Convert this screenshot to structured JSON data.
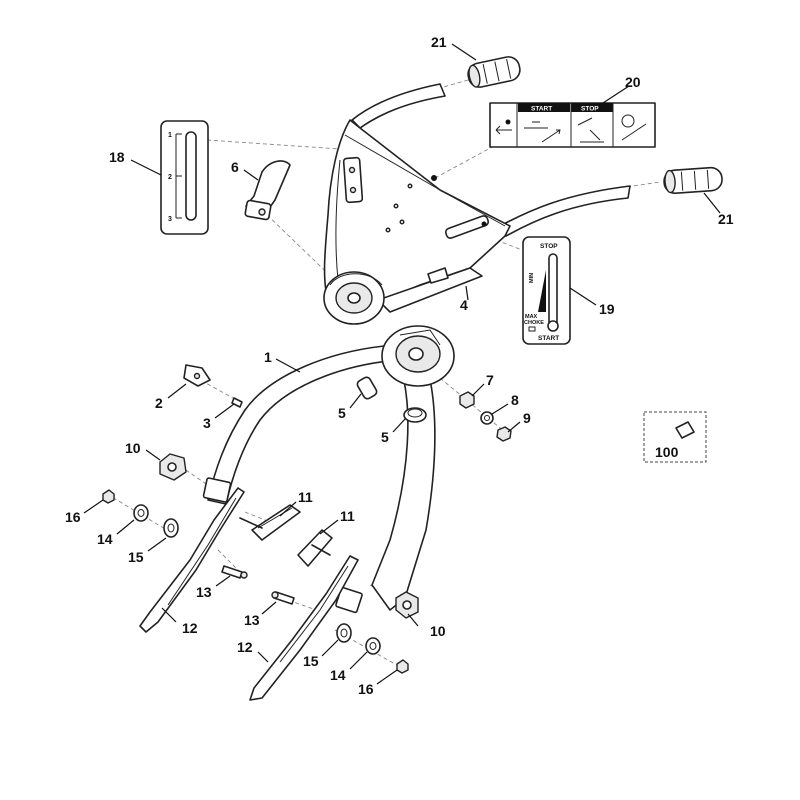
{
  "callouts": {
    "c1": "1",
    "c2": "2",
    "c3": "3",
    "c4": "4",
    "c5a": "5",
    "c5b": "5",
    "c6": "6",
    "c7": "7",
    "c8": "8",
    "c9": "9",
    "c10a": "10",
    "c10b": "10",
    "c11a": "11",
    "c11b": "11",
    "c12a": "12",
    "c12b": "12",
    "c13a": "13",
    "c13b": "13",
    "c14a": "14",
    "c14b": "14",
    "c15a": "15",
    "c15b": "15",
    "c16a": "16",
    "c16b": "16",
    "c18": "18",
    "c19": "19",
    "c20": "20",
    "c21a": "21",
    "c21b": "21",
    "c100": "100"
  },
  "decal18": {
    "mark1": "1",
    "mark2": "2",
    "mark3": "3"
  },
  "decal20": {
    "start_label": "START",
    "stop_label": "STOP"
  },
  "decal19": {
    "stop": "STOP",
    "min": "MIN",
    "max": "MAX",
    "choke": "CHOKE",
    "start": "START"
  }
}
